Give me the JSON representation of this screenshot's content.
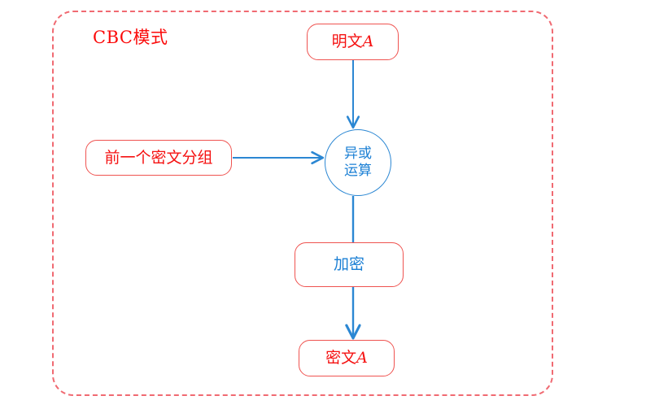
{
  "diagram": {
    "title": "CBC模式",
    "title_color": "#fb0a0a",
    "container": {
      "border_style": "dashed",
      "border_color": "#f06a72"
    },
    "accent_blue": "#2b87d3",
    "accent_red": "#ef5350",
    "nodes": [
      {
        "id": "plaintext",
        "label_main": "明文",
        "label_sub": "A",
        "shape": "rounded-rect",
        "text_color": "#f51111",
        "border_color": "#ef5350"
      },
      {
        "id": "prev-cipher-block",
        "label_main": "前一个密文分组",
        "shape": "rounded-rect",
        "text_color": "#f51111",
        "border_color": "#ef5350"
      },
      {
        "id": "xor",
        "label_line1": "异或",
        "label_line2": "运算",
        "shape": "circle",
        "text_color": "#1a7fd4",
        "border_color": "#2b87d3"
      },
      {
        "id": "encrypt",
        "label_main": "加密",
        "shape": "rounded-rect",
        "text_color": "#1a7fd4",
        "border_color": "#ef5350"
      },
      {
        "id": "ciphertext",
        "label_main": "密文",
        "label_sub": "A",
        "shape": "rounded-rect",
        "text_color": "#f51111",
        "border_color": "#ef5350"
      }
    ],
    "edges": [
      {
        "id": "plaintext-to-xor",
        "from": "plaintext",
        "to": "xor",
        "direction": "down",
        "color": "#2b87d3"
      },
      {
        "id": "prevblock-to-xor",
        "from": "prev-cipher-block",
        "to": "xor",
        "direction": "right",
        "color": "#2b87d3"
      },
      {
        "id": "xor-to-encrypt",
        "from": "xor",
        "to": "encrypt",
        "direction": "down",
        "color": "#2b87d3"
      },
      {
        "id": "encrypt-to-ciphertext",
        "from": "encrypt",
        "to": "ciphertext",
        "direction": "down",
        "color": "#2b87d3"
      }
    ]
  }
}
